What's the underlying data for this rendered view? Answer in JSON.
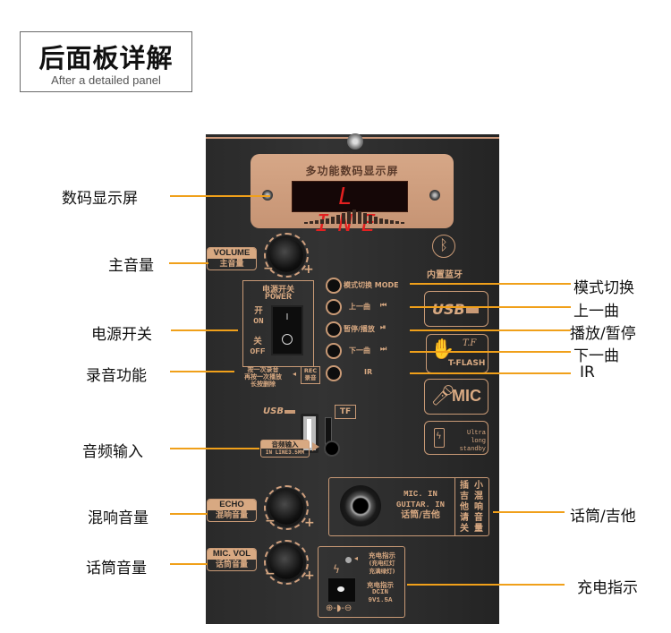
{
  "header": {
    "title": "后面板详解",
    "subtitle": "After a detailed panel"
  },
  "panel": {
    "display": {
      "plate_title": "多功能数码显示屏",
      "screen_text": "L INE",
      "text_color": "#e32020"
    },
    "volume_knob": {
      "label_en": "VOLUME",
      "label_cn": "主音量",
      "minus": "−",
      "plus": "+"
    },
    "power_switch": {
      "title_cn": "电源开关",
      "title_en": "POWER",
      "on_cn": "开",
      "on_en": "ON",
      "off_cn": "关",
      "off_en": "OFF",
      "rocker_on": "I"
    },
    "rec": {
      "note_lines": [
        "按一次录音",
        "再按一次播放",
        "长按删除"
      ],
      "badge_en": "REC",
      "badge_cn": "录音"
    },
    "buttons": [
      {
        "label": "模式切换 MODE",
        "icon": ""
      },
      {
        "label": "上一曲",
        "icon": "⏮"
      },
      {
        "label": "暂停/播放",
        "icon": "⏯"
      },
      {
        "label": "下一曲",
        "icon": "⏭"
      },
      {
        "label": "IR",
        "icon": ""
      }
    ],
    "bluetooth": {
      "icon": "bluetooth-icon",
      "label": "内置蓝牙"
    },
    "badges": {
      "usb": "USB",
      "tflash": "T-FLASH",
      "tf_script": "T.F",
      "mic": "MIC",
      "battery_line1": "Ultra long",
      "battery_line2": "standby"
    },
    "ports": {
      "usb_label": "USB",
      "tf_label": "TF",
      "audio_in_cn": "音频输入",
      "audio_in_en": "IN LINE3.5MM"
    },
    "echo_knob": {
      "label_en": "ECHO",
      "label_cn": "混响音量",
      "minus": "−",
      "plus": "+"
    },
    "mic_vol_knob": {
      "label_en": "MIC. VOL",
      "label_cn": "话筒音量",
      "minus": "−",
      "plus": "+"
    },
    "mic_input": {
      "line1": "MIC. IN",
      "line2": "GUITAR. IN",
      "line3": "话筒/吉他",
      "side_col1": "插吉他请关",
      "side_col2": "小混响音量"
    },
    "charge": {
      "indicator_title": "充电指示",
      "indicator_note1": "(充电红灯",
      "indicator_note2": "充满绿灯)",
      "dc_title": "充电指示",
      "dc_in": "DCIN",
      "dc_spec": "9V1.5A",
      "polarity": "⊕-◗-⊖"
    }
  },
  "callouts": {
    "left": [
      "数码显示屏",
      "主音量",
      "电源开关",
      "录音功能",
      "音频输入",
      "混响音量",
      "话筒音量"
    ],
    "right": [
      "模式切换",
      "上一曲",
      "播放/暂停",
      "下一曲",
      "IR",
      "话筒/吉他",
      "充电指示"
    ],
    "line_color": "#f0a01a"
  }
}
